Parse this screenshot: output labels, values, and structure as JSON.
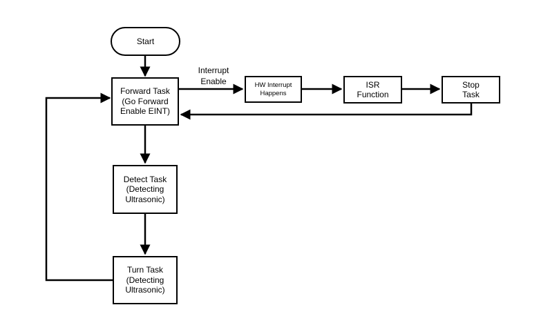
{
  "nodes": {
    "start": "Start",
    "forward": "Forward Task\n(Go Forward\nEnable EINT)",
    "hw_interrupt": "HW Interrupt\nHappens",
    "isr": "ISR\nFunction",
    "stop": "Stop\nTask",
    "detect": "Detect Task\n(Detecting\nUltrasonic)",
    "turn": "Turn Task\n(Detecting\nUltrasonic)"
  },
  "edges": {
    "interrupt_enable_label": "Interrupt\nEnable"
  },
  "colors": {
    "stroke": "#000000",
    "fill": "#ffffff",
    "text": "#000000"
  }
}
